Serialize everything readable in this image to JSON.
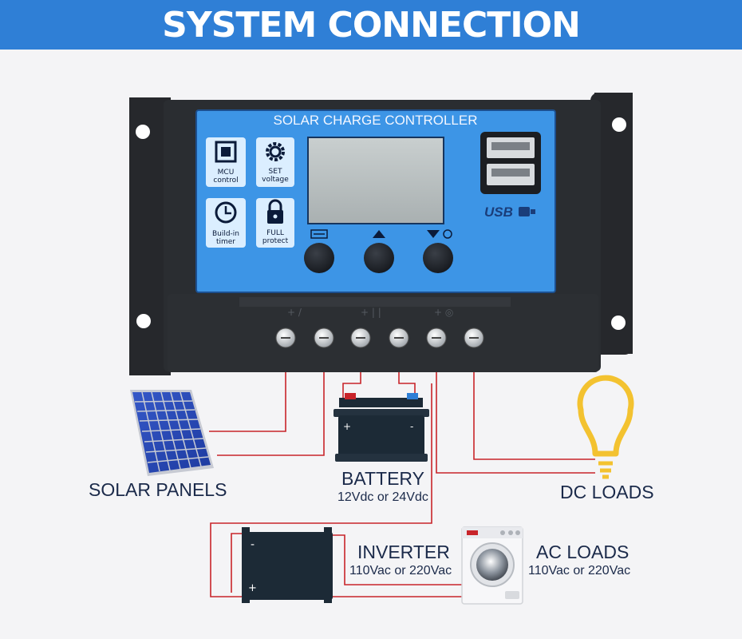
{
  "header": {
    "title": "SYSTEM CONNECTION",
    "bg_color": "#2f7fd6"
  },
  "controller": {
    "title": "SOLAR CHARGE CONTROLLER",
    "features": [
      {
        "line1": "MCU",
        "line2": "control",
        "icon": "chip-icon"
      },
      {
        "line1": "SET",
        "line2": "voltage",
        "icon": "gear-icon"
      },
      {
        "line1": "Build-in",
        "line2": "timer",
        "icon": "clock-icon"
      },
      {
        "line1": "FULL",
        "line2": "protect",
        "icon": "lock-icon"
      }
    ],
    "usb_label": "USB",
    "buttons": [
      {
        "icon": "menu-icon"
      },
      {
        "icon": "up-icon"
      },
      {
        "icon": "down-icon"
      }
    ],
    "panel_color": "#3d95e6"
  },
  "components": {
    "solar": {
      "label": "SOLAR PANELS"
    },
    "battery": {
      "label": "BATTERY",
      "spec": "12Vdc or 24Vdc"
    },
    "dc_loads": {
      "label": "DC LOADS"
    },
    "inverter": {
      "label": "INVERTER",
      "spec": "110Vac or 220Vac"
    },
    "ac_loads": {
      "label": "AC LOADS",
      "spec": "110Vac or 220Vac"
    }
  },
  "colors": {
    "wire": "#c8242a",
    "bulb": "#f3c230"
  }
}
